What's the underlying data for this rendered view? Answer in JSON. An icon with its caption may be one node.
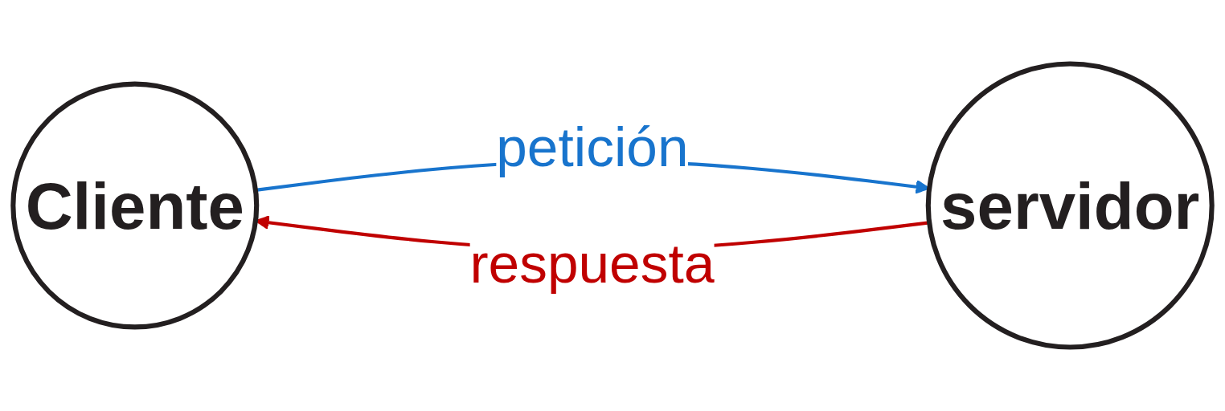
{
  "diagram": {
    "nodes": [
      {
        "text": [
          "Cliente"
        ]
      },
      {
        "text": [
          "servidor"
        ]
      }
    ],
    "edges": [
      {
        "from": 0,
        "to": 1,
        "arrow": "to",
        "label": "petición",
        "color": "#1874cd"
      },
      {
        "from": 1,
        "to": 0,
        "arrow": "to",
        "label": "respuesta",
        "color": "#c00000"
      }
    ]
  }
}
